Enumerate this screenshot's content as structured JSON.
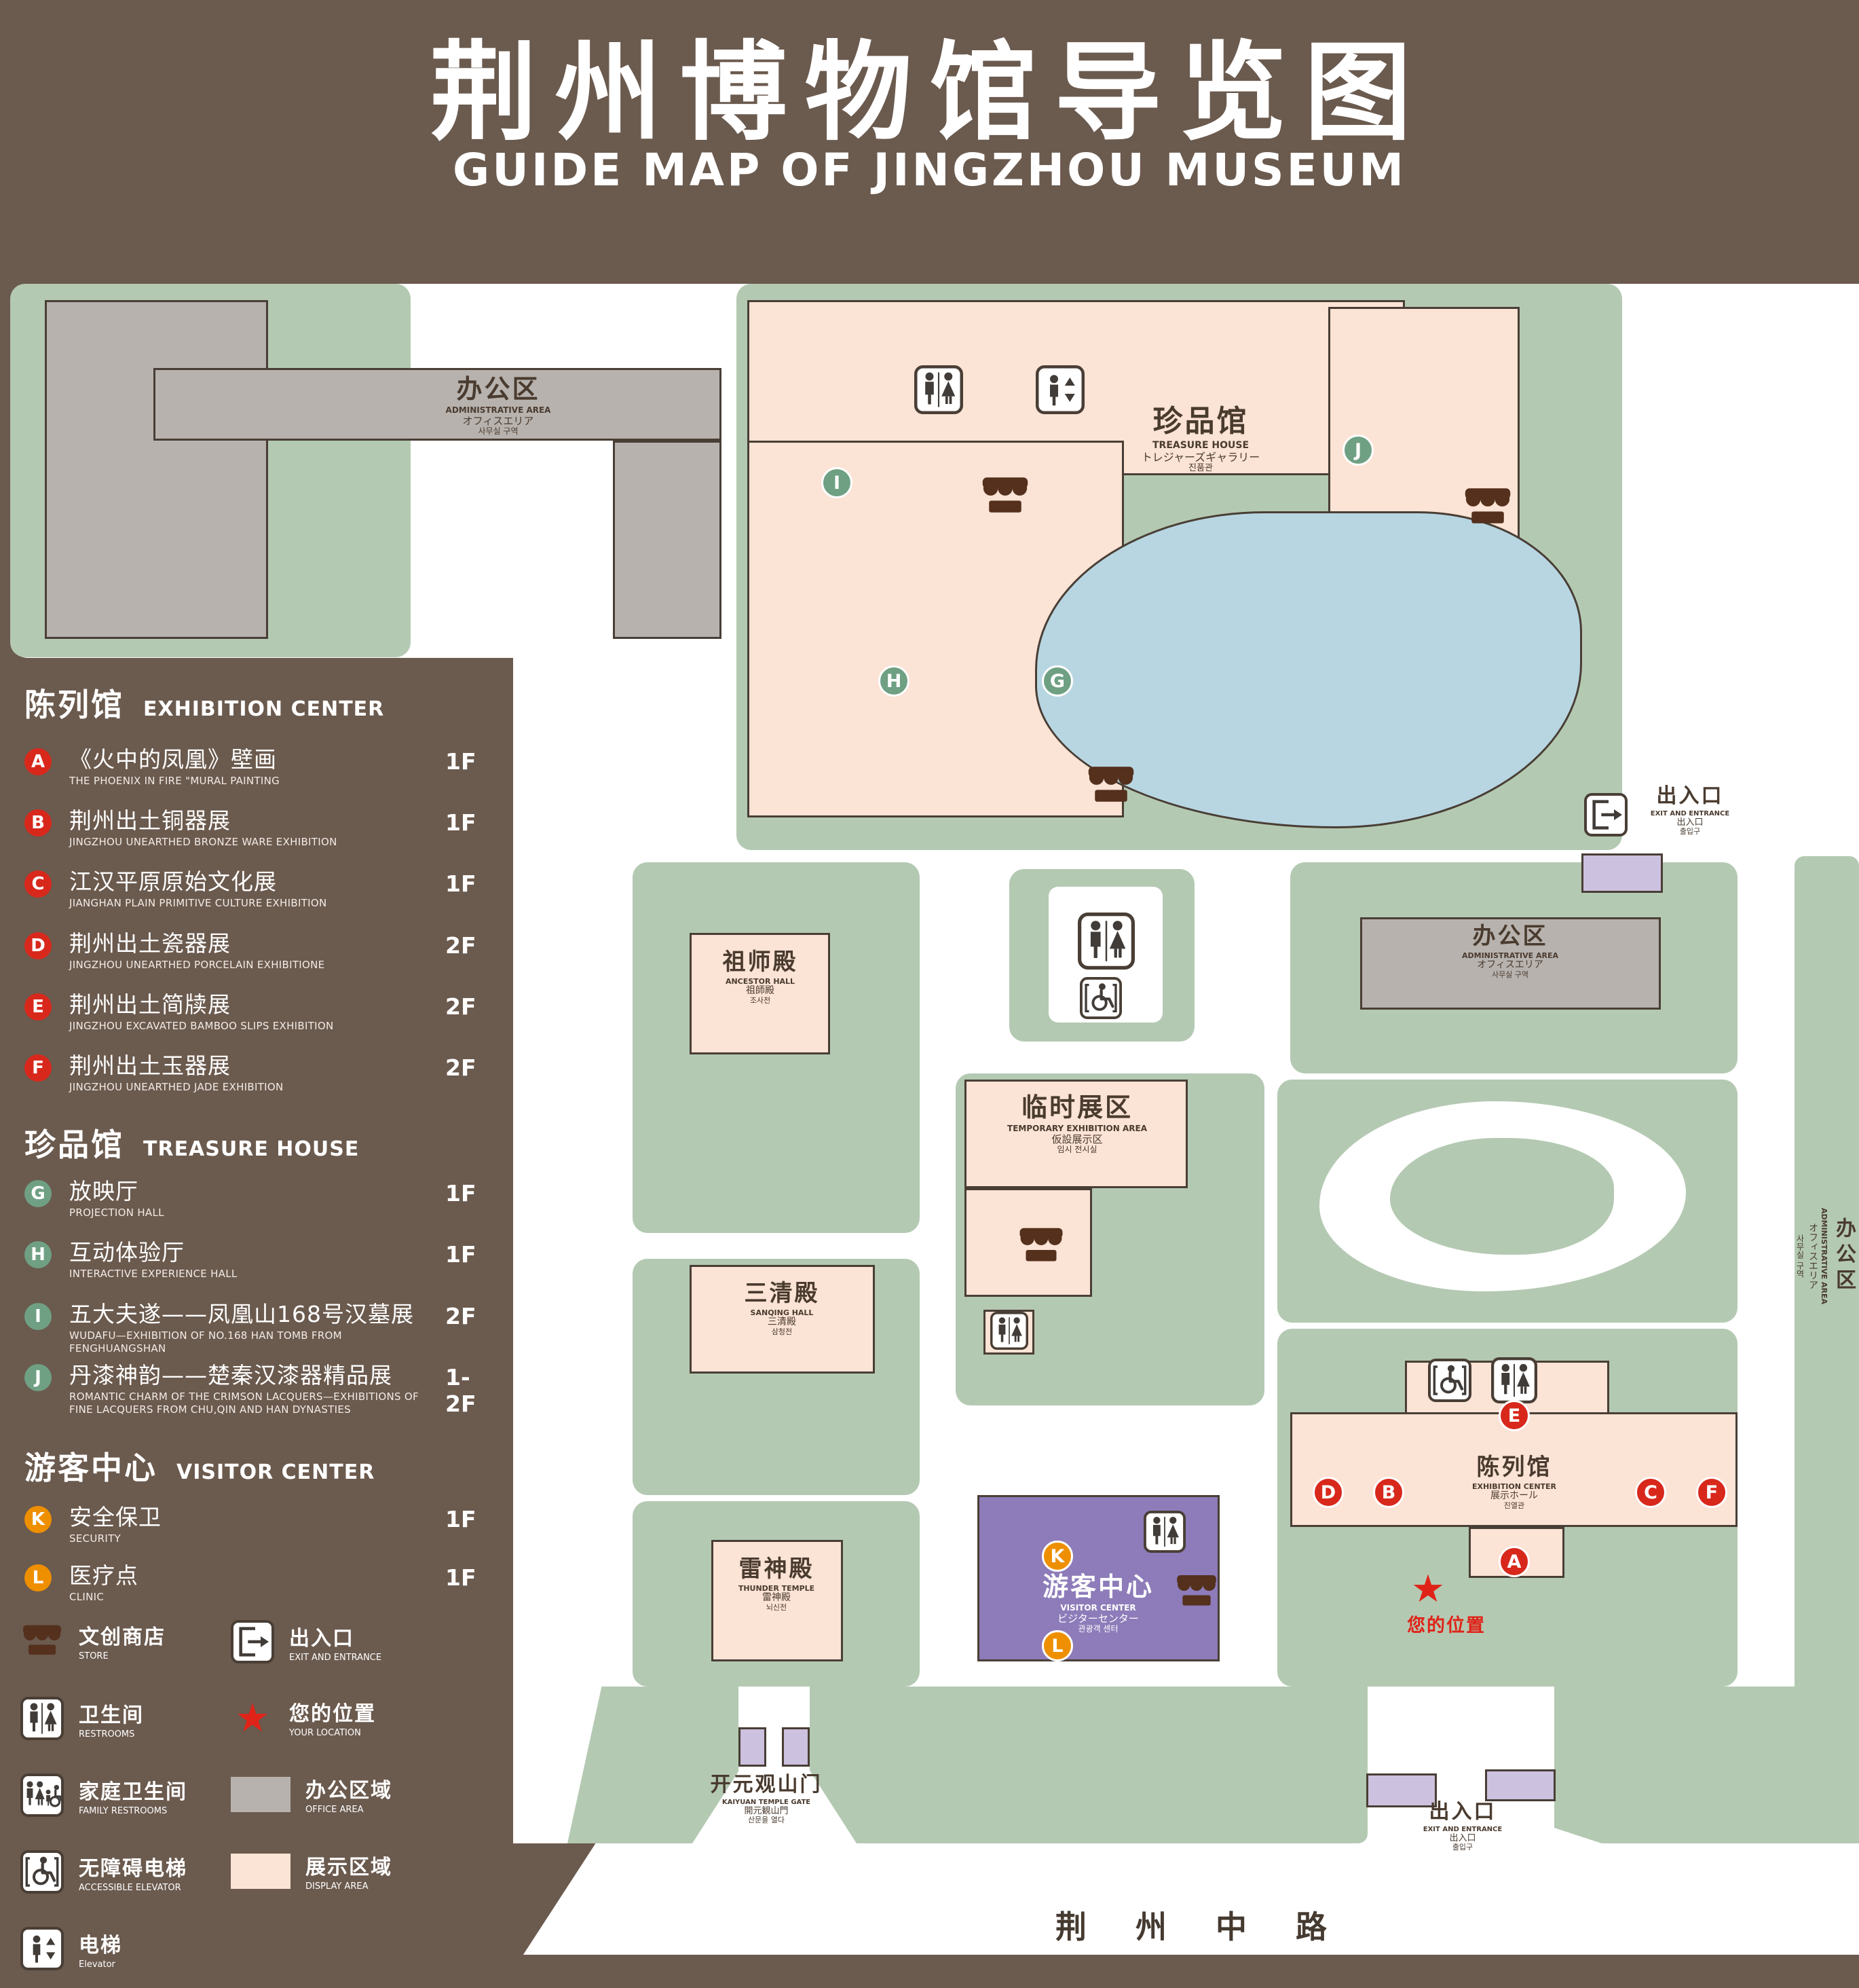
{
  "title": {
    "zh": "荆州博物馆导览图",
    "en": "GUIDE MAP OF JINGZHOU MUSEUM"
  },
  "icons": {
    "star": "★"
  },
  "legend": {
    "sections": [
      {
        "zh": "陈列馆",
        "en": "EXHIBITION CENTER",
        "items": [
          {
            "key": "A",
            "zh": "《火中的凤凰》壁画",
            "en": "THE PHOENIX IN FIRE \"MURAL PAINTING",
            "floor": "1F"
          },
          {
            "key": "B",
            "zh": "荆州出土铜器展",
            "en": "JINGZHOU UNEARTHED BRONZE WARE EXHIBITION",
            "floor": "1F"
          },
          {
            "key": "C",
            "zh": "江汉平原原始文化展",
            "en": "JIANGHAN PLAIN PRIMITIVE CULTURE EXHIBITION",
            "floor": "1F"
          },
          {
            "key": "D",
            "zh": "荆州出土瓷器展",
            "en": "JINGZHOU UNEARTHED PORCELAIN EXHIBITIONE",
            "floor": "2F"
          },
          {
            "key": "E",
            "zh": "荆州出土简牍展",
            "en": "JINGZHOU EXCAVATED BAMBOO SLIPS EXHIBITION",
            "floor": "2F"
          },
          {
            "key": "F",
            "zh": "荆州出土玉器展",
            "en": "JINGZHOU UNEARTHED JADE EXHIBITION",
            "floor": "2F"
          }
        ]
      },
      {
        "zh": "珍品馆",
        "en": "TREASURE HOUSE",
        "items": [
          {
            "key": "G",
            "zh": "放映厅",
            "en": "PROJECTION HALL",
            "floor": "1F"
          },
          {
            "key": "H",
            "zh": "互动体验厅",
            "en": "INTERACTIVE EXPERIENCE HALL",
            "floor": "1F"
          },
          {
            "key": "I",
            "zh": "五大夫遂——凤凰山168号汉墓展",
            "en": "WUDAFU—EXHIBITION OF NO.168 HAN TOMB FROM FENGHUANGSHAN",
            "floor": "2F"
          },
          {
            "key": "J",
            "zh": "丹漆神韵——楚秦汉漆器精品展",
            "en": "ROMANTIC CHARM OF THE CRIMSON LACQUERS—EXHIBITIONS OF FINE LACQUERS FROM CHU,QIN AND HAN DYNASTIES",
            "floor": "1-2F"
          }
        ]
      },
      {
        "zh": "游客中心",
        "en": "VISITOR CENTER",
        "items": [
          {
            "key": "K",
            "zh": "安全保卫",
            "en": "SECURITY",
            "floor": "1F"
          },
          {
            "key": "L",
            "zh": "医疗点",
            "en": "CLINIC",
            "floor": "1F"
          }
        ]
      }
    ],
    "symbols": [
      {
        "icon": "store-icon",
        "zh": "文创商店",
        "en": "STORE"
      },
      {
        "icon": "exit-icon",
        "zh": "出入口",
        "en": "EXIT AND ENTRANCE"
      },
      {
        "icon": "restroom-icon",
        "zh": "卫生间",
        "en": "RESTROOMS"
      },
      {
        "icon": "location-star-icon",
        "zh": "您的位置",
        "en": "YOUR LOCATION"
      },
      {
        "icon": "family-restroom-icon",
        "zh": "家庭卫生间",
        "en": "FAMILY RESTROOMS"
      },
      {
        "icon": "office-area-swatch",
        "zh": "办公区域",
        "en": "OFFICE AREA"
      },
      {
        "icon": "accessible-elevator-icon",
        "zh": "无障碍电梯",
        "en": "ACCESSIBLE ELEVATOR"
      },
      {
        "icon": "display-area-swatch",
        "zh": "展示区域",
        "en": "DISPLAY AREA"
      },
      {
        "icon": "elevator-icon",
        "zh": "电梯",
        "en": "Elevator"
      }
    ]
  },
  "map": {
    "admin_top_left": {
      "zh": "办公区",
      "en": "ADMINISTRATIVE AREA",
      "ja": "オフィスエリア",
      "ko": "사무실 구역"
    },
    "treasure_house": {
      "zh": "珍品馆",
      "en": "TREASURE HOUSE",
      "ja": "トレジャーズギャラリー",
      "ko": "진품관"
    },
    "admin_right": {
      "zh": "办公区",
      "en": "ADMINISTRATIVE AREA",
      "ja": "オフィスエリア",
      "ko": "사무실 구역"
    },
    "admin_far_right": {
      "zh": "办公区",
      "en": "ADMINISTRATIVE AREA",
      "ja": "オフィスエリア",
      "ko": "사무실 구역"
    },
    "ancestor_hall": {
      "zh": "祖师殿",
      "en": "ANCESTOR HALL",
      "ja": "祖師殿",
      "ko": "조사전"
    },
    "temporary_exhibition": {
      "zh": "临时展区",
      "en": "TEMPORARY EXHIBITION AREA",
      "ja": "仮設展示区",
      "ko": "임시 전시실"
    },
    "sanqing_hall": {
      "zh": "三清殿",
      "en": "SANQING HALL",
      "ja": "三清殿",
      "ko": "삼청전"
    },
    "thunder_temple": {
      "zh": "雷神殿",
      "en": "THUNDER TEMPLE",
      "ja": "雷神殿",
      "ko": "뇌신전"
    },
    "visitor_center": {
      "zh": "游客中心",
      "en": "VISITOR CENTER",
      "ja": "ビジターセンター",
      "ko": "관광객 센터"
    },
    "exhibition_center": {
      "zh": "陈列馆",
      "en": "EXHIBITION CENTER",
      "ja": "展示ホール",
      "ko": "진열관"
    },
    "gate": {
      "zh": "开元观山门",
      "en": "KAIYUAN TEMPLE GATE",
      "ja": "開元観山門",
      "ko": "산문을 열다"
    },
    "exit_right": {
      "zh": "出入口",
      "en": "EXIT AND ENTRANCE",
      "ja": "出入口",
      "ko": "출입구"
    },
    "exit_bottom": {
      "zh": "出入口",
      "en": "EXIT AND ENTRANCE",
      "ja": "出入口",
      "ko": "출입구"
    },
    "your_location": "您的位置",
    "road": "荆 州 中 路"
  },
  "colors": {
    "background": "#6b5a4e",
    "park_green": "#b4c9b2",
    "display_area_pink": "#fbe3d5",
    "office_gray": "#b7b2ae",
    "visitor_purple": "#8d7cb9",
    "entrance_lavender": "#ccc1de",
    "pond_blue": "#b8d6e2",
    "marker_red": "#d8281c",
    "marker_green": "#6fa083",
    "marker_orange": "#ee8f00",
    "location_red": "#e02318"
  }
}
